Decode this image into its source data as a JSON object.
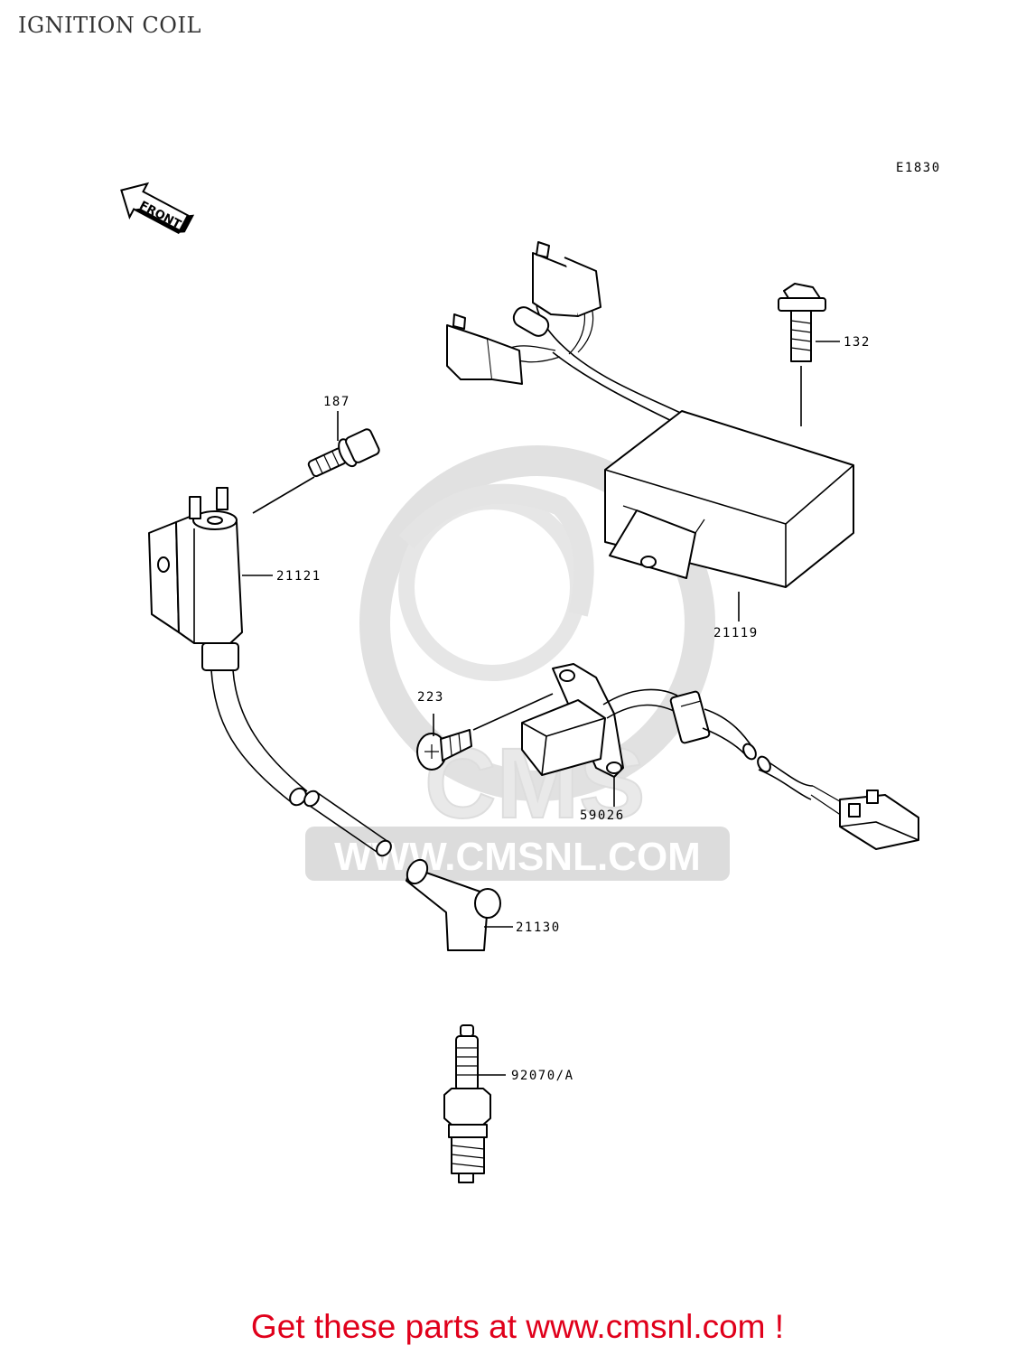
{
  "header": {
    "title": "IGNITION COIL"
  },
  "diagram": {
    "code": "E1830",
    "front_marker": "FRONT",
    "parts": [
      {
        "id": "p132",
        "number": "132"
      },
      {
        "id": "p187",
        "number": "187"
      },
      {
        "id": "p21121",
        "number": "21121"
      },
      {
        "id": "p21119",
        "number": "21119"
      },
      {
        "id": "p223",
        "number": "223"
      },
      {
        "id": "p59026",
        "number": "59026"
      },
      {
        "id": "p21130",
        "number": "21130"
      },
      {
        "id": "p92070",
        "number": "92070/A"
      }
    ]
  },
  "watermark": {
    "brand": "CMS",
    "url": "WWW.CMSNL.COM"
  },
  "footer": {
    "text": "Get these parts at www.cmsnl.com !",
    "color": "#e0001b"
  }
}
